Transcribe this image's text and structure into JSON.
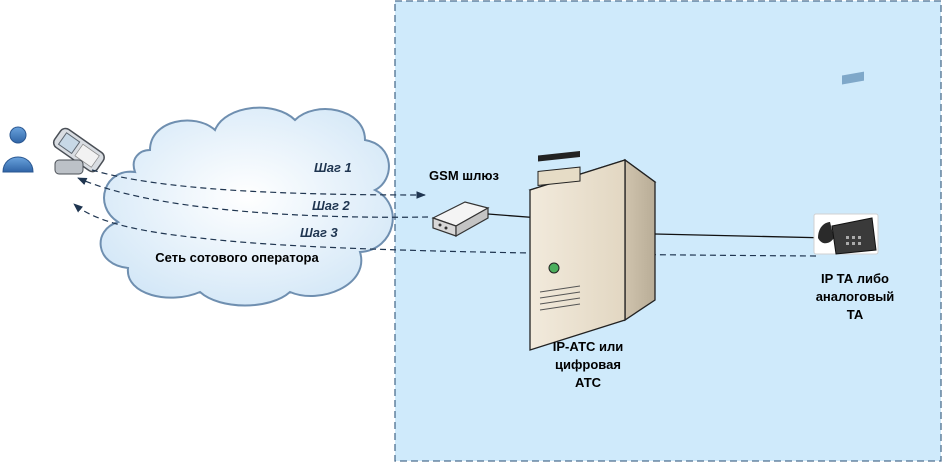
{
  "labels": {
    "cloud": "Сеть сотового оператора",
    "gateway": "GSM шлюз",
    "pbx_line1": "IP-АТС или",
    "pbx_line2": "цифровая",
    "pbx_line3": "АТС",
    "phone_line1": "IP ТА либо",
    "phone_line2": "аналоговый",
    "phone_line3": "ТА"
  },
  "steps": [
    "Шаг 1",
    "Шаг 2",
    "Шаг 3"
  ],
  "colors": {
    "zone_fill": "#cfeafb",
    "zone_border": "#4d6f8f",
    "cloud_fill": "#dcecf9",
    "arrow": "#1f3550",
    "user": "#3e78b8"
  },
  "icons": {
    "user": "user-icon",
    "mobile": "mobile-phone-icon",
    "gateway": "gsm-gateway-icon",
    "server": "server-icon",
    "desk_phone": "desk-phone-icon"
  }
}
